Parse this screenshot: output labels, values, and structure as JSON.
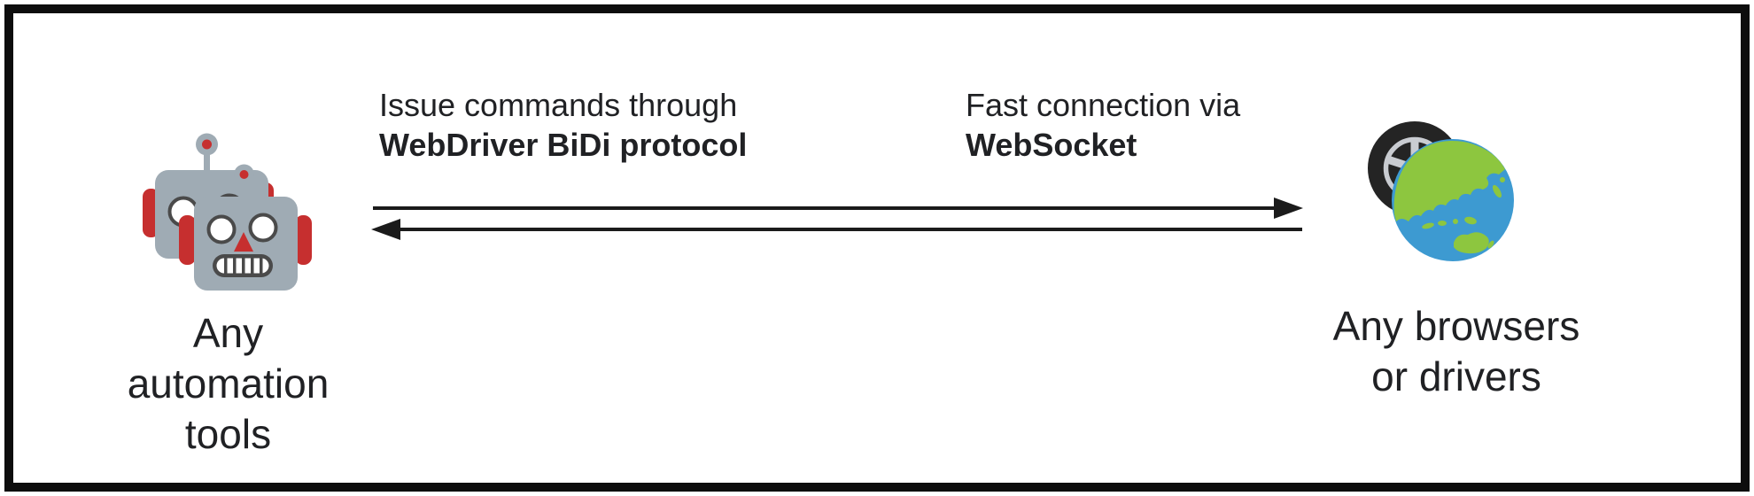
{
  "diagram": {
    "left_node": {
      "icon": "robots",
      "caption": [
        "Any",
        "automation",
        "tools"
      ]
    },
    "right_node": {
      "icon": "globe-with-tire",
      "caption": [
        "Any browsers",
        "or drivers"
      ]
    },
    "command_annotation": {
      "line1": "Issue commands through",
      "line2": "WebDriver BiDi protocol"
    },
    "connection_annotation": {
      "line1": "Fast connection via",
      "line2": "WebSocket"
    }
  },
  "colors": {
    "text": "#202124",
    "arrow": "#1b1b1b",
    "frame_border": "#0d0d0d",
    "robot_body": "#9fabb4",
    "robot_red": "#c62f2f",
    "robot_outline": "#4a4a4a",
    "tire": "#242424",
    "rim": "#c9ccd1",
    "ocean": "#3d9ad1",
    "land": "#8dc63f"
  }
}
